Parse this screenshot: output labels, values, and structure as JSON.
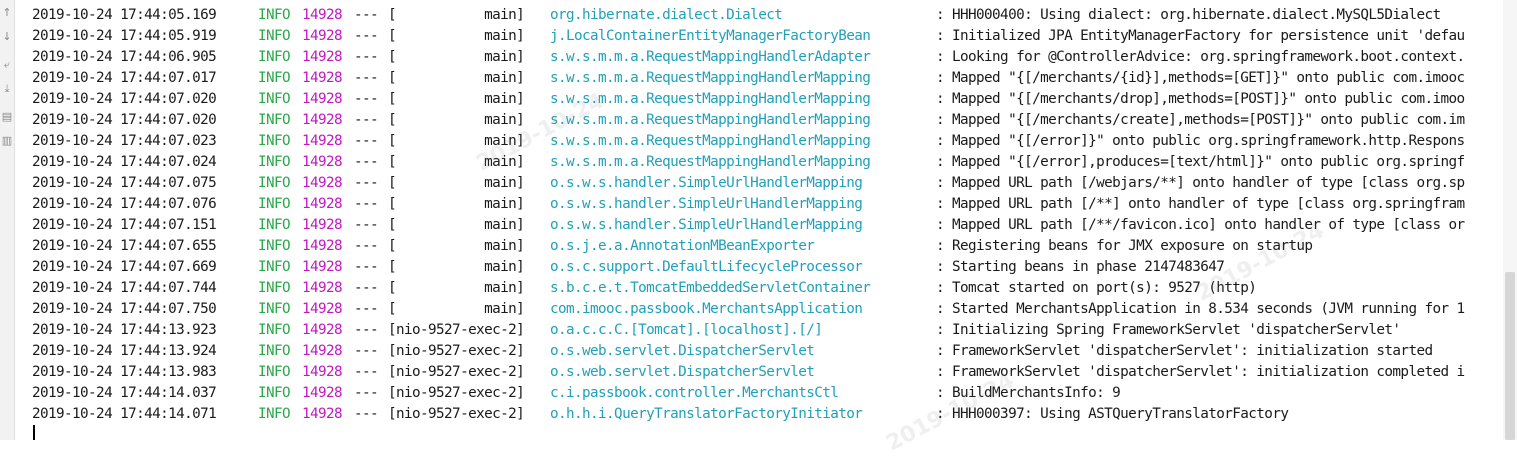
{
  "colors": {
    "info": "#2ba84a",
    "pid": "#c019c0",
    "logger": "#21a0b8",
    "text": "#1a1a1a"
  },
  "gutter_icons": [
    "arrow-up-icon",
    "arrow-down-icon",
    "soft-wrap-icon",
    "scroll-to-end-icon",
    "print-icon",
    "trash-icon"
  ],
  "log": [
    {
      "ts": "2019-10-24 17:44:05.169",
      "level": "INFO",
      "pid": "14928",
      "sep": "---",
      "thread": "[           main]",
      "logger": "org.hibernate.dialect.Dialect",
      "msg": ": HHH000400: Using dialect: org.hibernate.dialect.MySQL5Dialect"
    },
    {
      "ts": "2019-10-24 17:44:05.919",
      "level": "INFO",
      "pid": "14928",
      "sep": "---",
      "thread": "[           main]",
      "logger": "j.LocalContainerEntityManagerFactoryBean",
      "msg": ": Initialized JPA EntityManagerFactory for persistence unit 'defau"
    },
    {
      "ts": "2019-10-24 17:44:06.905",
      "level": "INFO",
      "pid": "14928",
      "sep": "---",
      "thread": "[           main]",
      "logger": "s.w.s.m.m.a.RequestMappingHandlerAdapter",
      "msg": ": Looking for @ControllerAdvice: org.springframework.boot.context."
    },
    {
      "ts": "2019-10-24 17:44:07.017",
      "level": "INFO",
      "pid": "14928",
      "sep": "---",
      "thread": "[           main]",
      "logger": "s.w.s.m.m.a.RequestMappingHandlerMapping",
      "msg": ": Mapped \"{[/merchants/{id}],methods=[GET]}\" onto public com.imooc"
    },
    {
      "ts": "2019-10-24 17:44:07.020",
      "level": "INFO",
      "pid": "14928",
      "sep": "---",
      "thread": "[           main]",
      "logger": "s.w.s.m.m.a.RequestMappingHandlerMapping",
      "msg": ": Mapped \"{[/merchants/drop],methods=[POST]}\" onto public com.imoo"
    },
    {
      "ts": "2019-10-24 17:44:07.020",
      "level": "INFO",
      "pid": "14928",
      "sep": "---",
      "thread": "[           main]",
      "logger": "s.w.s.m.m.a.RequestMappingHandlerMapping",
      "msg": ": Mapped \"{[/merchants/create],methods=[POST]}\" onto public com.im"
    },
    {
      "ts": "2019-10-24 17:44:07.023",
      "level": "INFO",
      "pid": "14928",
      "sep": "---",
      "thread": "[           main]",
      "logger": "s.w.s.m.m.a.RequestMappingHandlerMapping",
      "msg": ": Mapped \"{[/error]}\" onto public org.springframework.http.Respons"
    },
    {
      "ts": "2019-10-24 17:44:07.024",
      "level": "INFO",
      "pid": "14928",
      "sep": "---",
      "thread": "[           main]",
      "logger": "s.w.s.m.m.a.RequestMappingHandlerMapping",
      "msg": ": Mapped \"{[/error],produces=[text/html]}\" onto public org.springf"
    },
    {
      "ts": "2019-10-24 17:44:07.075",
      "level": "INFO",
      "pid": "14928",
      "sep": "---",
      "thread": "[           main]",
      "logger": "o.s.w.s.handler.SimpleUrlHandlerMapping",
      "msg": ": Mapped URL path [/webjars/**] onto handler of type [class org.sp"
    },
    {
      "ts": "2019-10-24 17:44:07.076",
      "level": "INFO",
      "pid": "14928",
      "sep": "---",
      "thread": "[           main]",
      "logger": "o.s.w.s.handler.SimpleUrlHandlerMapping",
      "msg": ": Mapped URL path [/**] onto handler of type [class org.springfram"
    },
    {
      "ts": "2019-10-24 17:44:07.151",
      "level": "INFO",
      "pid": "14928",
      "sep": "---",
      "thread": "[           main]",
      "logger": "o.s.w.s.handler.SimpleUrlHandlerMapping",
      "msg": ": Mapped URL path [/**/favicon.ico] onto handler of type [class or"
    },
    {
      "ts": "2019-10-24 17:44:07.655",
      "level": "INFO",
      "pid": "14928",
      "sep": "---",
      "thread": "[           main]",
      "logger": "o.s.j.e.a.AnnotationMBeanExporter",
      "msg": ": Registering beans for JMX exposure on startup"
    },
    {
      "ts": "2019-10-24 17:44:07.669",
      "level": "INFO",
      "pid": "14928",
      "sep": "---",
      "thread": "[           main]",
      "logger": "o.s.c.support.DefaultLifecycleProcessor",
      "msg": ": Starting beans in phase 2147483647"
    },
    {
      "ts": "2019-10-24 17:44:07.744",
      "level": "INFO",
      "pid": "14928",
      "sep": "---",
      "thread": "[           main]",
      "logger": "s.b.c.e.t.TomcatEmbeddedServletContainer",
      "msg": ": Tomcat started on port(s): 9527 (http)"
    },
    {
      "ts": "2019-10-24 17:44:07.750",
      "level": "INFO",
      "pid": "14928",
      "sep": "---",
      "thread": "[           main]",
      "logger": "com.imooc.passbook.MerchantsApplication",
      "msg": ": Started MerchantsApplication in 8.534 seconds (JVM running for 1"
    },
    {
      "ts": "2019-10-24 17:44:13.923",
      "level": "INFO",
      "pid": "14928",
      "sep": "---",
      "thread": "[nio-9527-exec-2]",
      "logger": "o.a.c.c.C.[Tomcat].[localhost].[/]",
      "msg": ": Initializing Spring FrameworkServlet 'dispatcherServlet'"
    },
    {
      "ts": "2019-10-24 17:44:13.924",
      "level": "INFO",
      "pid": "14928",
      "sep": "---",
      "thread": "[nio-9527-exec-2]",
      "logger": "o.s.web.servlet.DispatcherServlet",
      "msg": ": FrameworkServlet 'dispatcherServlet': initialization started"
    },
    {
      "ts": "2019-10-24 17:44:13.983",
      "level": "INFO",
      "pid": "14928",
      "sep": "---",
      "thread": "[nio-9527-exec-2]",
      "logger": "o.s.web.servlet.DispatcherServlet",
      "msg": ": FrameworkServlet 'dispatcherServlet': initialization completed i"
    },
    {
      "ts": "2019-10-24 17:44:14.037",
      "level": "INFO",
      "pid": "14928",
      "sep": "---",
      "thread": "[nio-9527-exec-2]",
      "logger": "c.i.passbook.controller.MerchantsCtl",
      "msg": ": BuildMerchantsInfo: 9"
    },
    {
      "ts": "2019-10-24 17:44:14.071",
      "level": "INFO",
      "pid": "14928",
      "sep": "---",
      "thread": "[nio-9527-exec-2]",
      "logger": "o.h.h.i.QueryTranslatorFactoryInitiator",
      "msg": ": HHH000397: Using ASTQueryTranslatorFactory"
    }
  ]
}
